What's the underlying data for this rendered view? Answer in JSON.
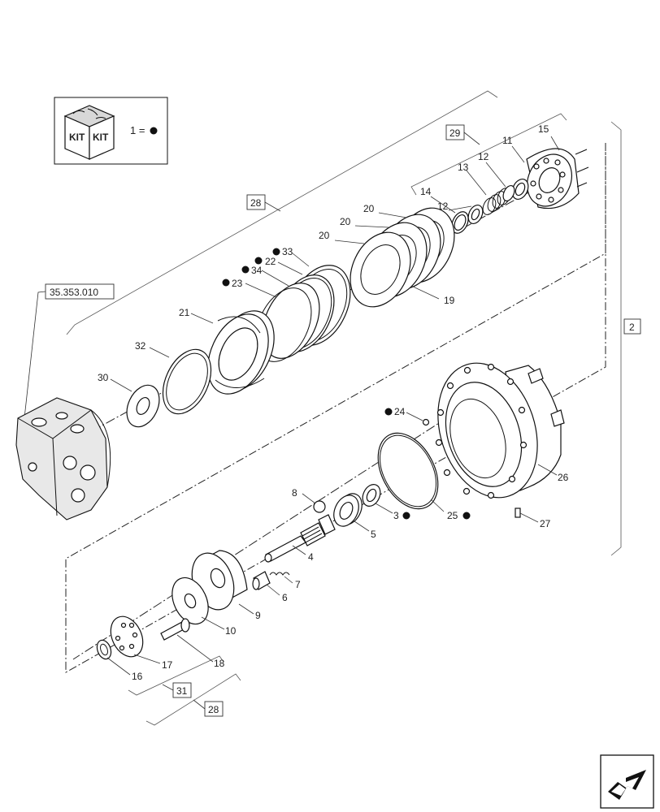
{
  "kit_legend": {
    "icon_words": [
      "KIT",
      "KIT"
    ],
    "equation": "1 ="
  },
  "ref_boxes": {
    "r28a": "28",
    "r29": "29",
    "r2": "2",
    "r35": "35.353.010",
    "r31": "31",
    "r28b": "28"
  },
  "labels": {
    "l11": "11",
    "l15": "15",
    "l12a": "12",
    "l12b": "12",
    "l13": "13",
    "l14": "14",
    "l20a": "20",
    "l20b": "20",
    "l20c": "20",
    "l19": "19",
    "l33": "33",
    "l22": "22",
    "l34": "34",
    "l23": "23",
    "l21": "21",
    "l32": "32",
    "l30": "30",
    "l24": "24",
    "l26": "26",
    "l27": "27",
    "l8": "8",
    "l3": "3",
    "l25": "25",
    "l5": "5",
    "l4": "4",
    "l7": "7",
    "l6": "6",
    "l9": "9",
    "l10": "10",
    "l18": "18",
    "l17": "17",
    "l16": "16"
  }
}
